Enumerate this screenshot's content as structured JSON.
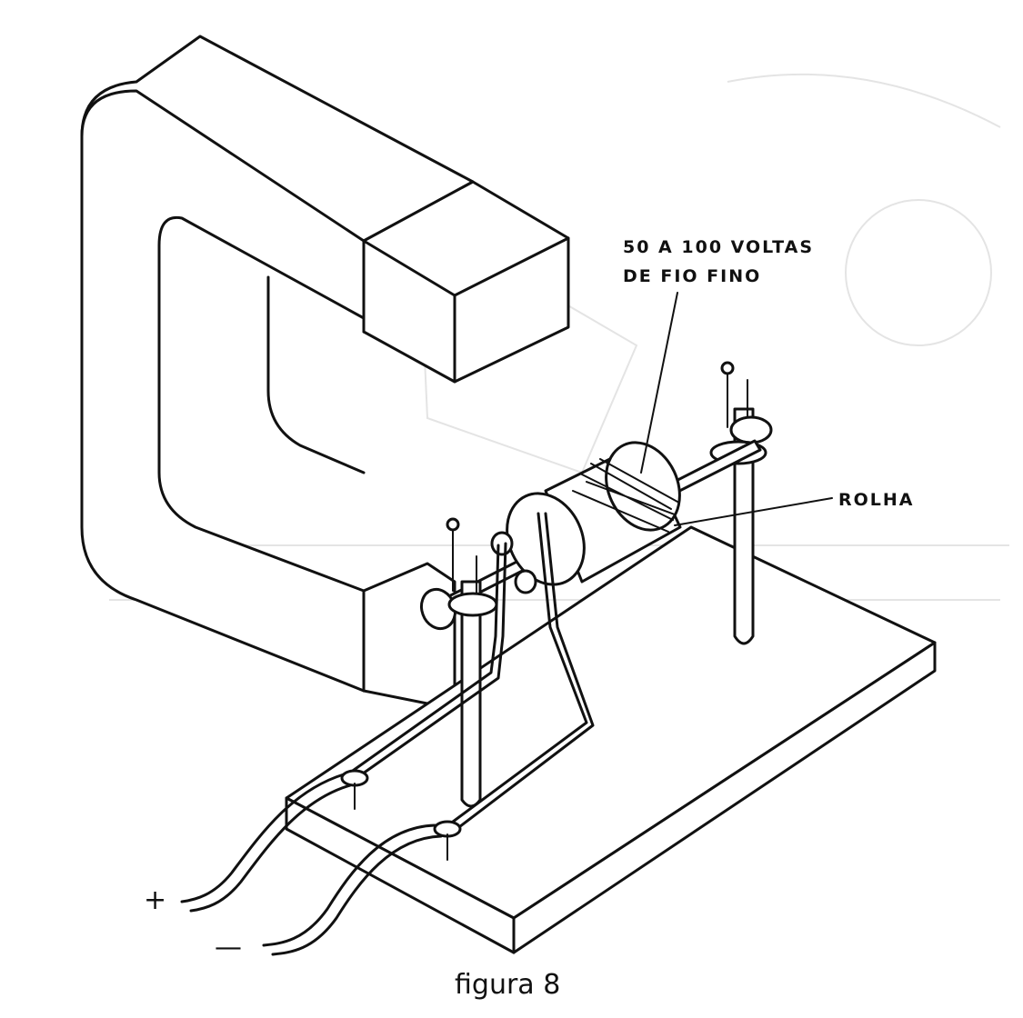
{
  "labels": {
    "coil_line1": "50 A 100 VOLTAS",
    "coil_line2": "DE FIO FINO",
    "cork": "ROLHA"
  },
  "terminals": {
    "plus": "+",
    "minus": "—"
  },
  "caption": "figura 8"
}
